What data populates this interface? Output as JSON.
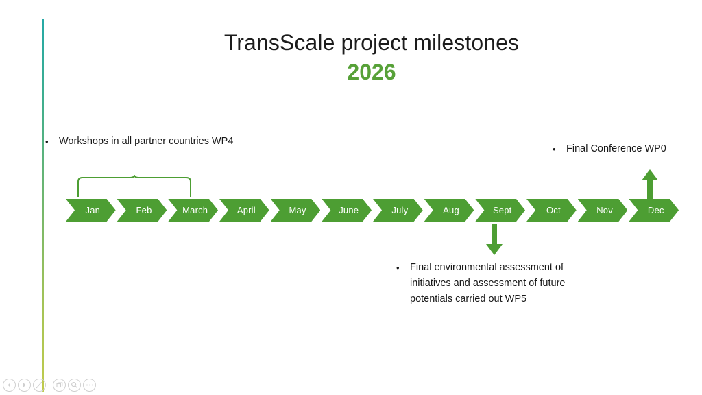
{
  "slide": {
    "title_main": "TransScale project milestones",
    "title_year": "2026",
    "accent_color_top": "#25a9a6",
    "accent_color_bottom": "#c0cb4c",
    "timeline_color": "#4d9e33",
    "year_color": "#57a138"
  },
  "timeline": {
    "months": [
      {
        "label": "Jan"
      },
      {
        "label": "Feb"
      },
      {
        "label": "March"
      },
      {
        "label": "April"
      },
      {
        "label": "May"
      },
      {
        "label": "June"
      },
      {
        "label": "July"
      },
      {
        "label": "Aug"
      },
      {
        "label": "Sept"
      },
      {
        "label": "Oct"
      },
      {
        "label": "Nov"
      },
      {
        "label": "Dec"
      }
    ]
  },
  "callouts": {
    "workshops": {
      "bullet": "•",
      "text": "Workshops in all partner countries WP4"
    },
    "final_conference": {
      "bullet": "•",
      "text": "Final Conference WP0"
    },
    "assessment": {
      "bullet": "•",
      "text": "Final environmental assessment of\ninitiatives and assessment of future\npotentials carried out WP5"
    }
  },
  "toolbar": {
    "icons": [
      {
        "name": "previous-slide-icon"
      },
      {
        "name": "next-slide-icon"
      },
      {
        "name": "pen-annotate-icon"
      },
      {
        "name": "all-slides-icon"
      },
      {
        "name": "zoom-icon"
      },
      {
        "name": "more-options-icon"
      }
    ]
  }
}
